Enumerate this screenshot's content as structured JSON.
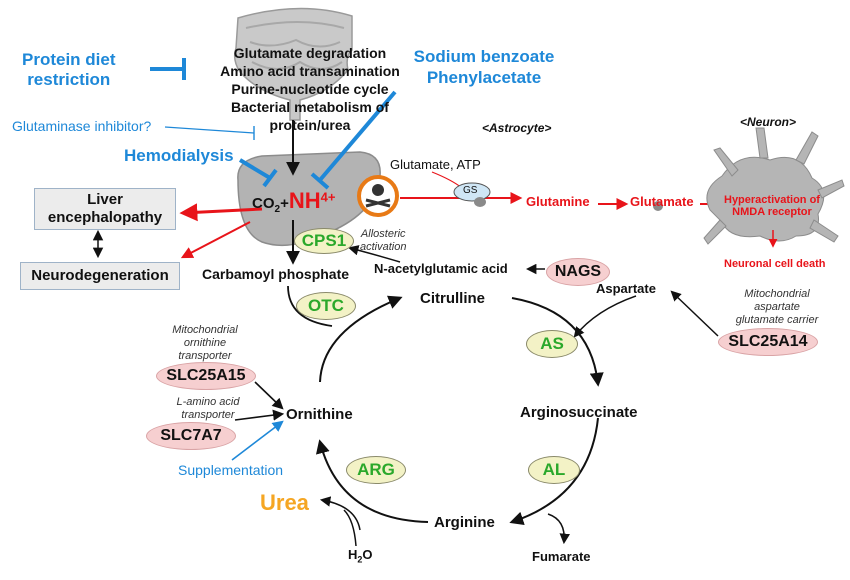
{
  "left": {
    "protein_diet": "Protein diet\nrestriction",
    "glutaminase": "Glutaminase inhibitor?",
    "hemodialysis": "Hemodialysis",
    "liver_enceph": "Liver\nencephalopathy",
    "neurodegeneration": "Neurodegeneration"
  },
  "gut": {
    "sources": [
      "Glutamate degradation",
      "Amino acid transamination",
      "Purine-nucleotide cycle",
      "Bacterial metabolism of protein/urea"
    ]
  },
  "treatments": {
    "sodium_benzoate": "Sodium benzoate",
    "phenylacetate": "Phenylacetate"
  },
  "liver": {
    "co2": "CO",
    "co2_sub": "2",
    "plus": "+",
    "nh": "NH",
    "nh_sup": "4+"
  },
  "astrocyte": {
    "label": "<Astrocyte>",
    "glutamate_atp": "Glutamate, ATP",
    "gs": "GS",
    "glutamine": "Glutamine",
    "glutamate": "Glutamate"
  },
  "neuron": {
    "label": "<Neuron>",
    "hyperactivation": "Hyperactivation of\nNMDA receptor",
    "cell_death": "Neuronal cell death"
  },
  "cycle": {
    "cps1": "CPS1",
    "allosteric": "Allosteric\nactivation",
    "nag": "N-acetylglutamic acid",
    "nags": "NAGS",
    "carbamoyl": "Carbamoyl phosphate",
    "otc": "OTC",
    "citrulline": "Citrulline",
    "aspartate": "Aspartate",
    "as": "AS",
    "argininosuccinate": "Arginosuccinate",
    "al": "AL",
    "fumarate": "Fumarate",
    "arginine": "Arginine",
    "arg": "ARG",
    "urea": "Urea",
    "h2o": "H",
    "h2o_sub": "2",
    "h2o_o": "O",
    "ornithine": "Ornithine"
  },
  "transporters": {
    "slc25a15_desc": "Mitochondrial\nornithine\ntransporter",
    "slc25a15": "SLC25A15",
    "slc7a7_desc": "L-amino acid\ntransporter",
    "slc7a7": "SLC7A7",
    "supplementation": "Supplementation",
    "slc25a14_desc": "Mitochondrial\naspartate\nglutamate carrier",
    "slc25a14": "SLC25A14"
  },
  "colors": {
    "blue": "#1e88d8",
    "red": "#e8141a",
    "enzyme_green": "#2ba82b",
    "urea_orange": "#f5a623"
  }
}
